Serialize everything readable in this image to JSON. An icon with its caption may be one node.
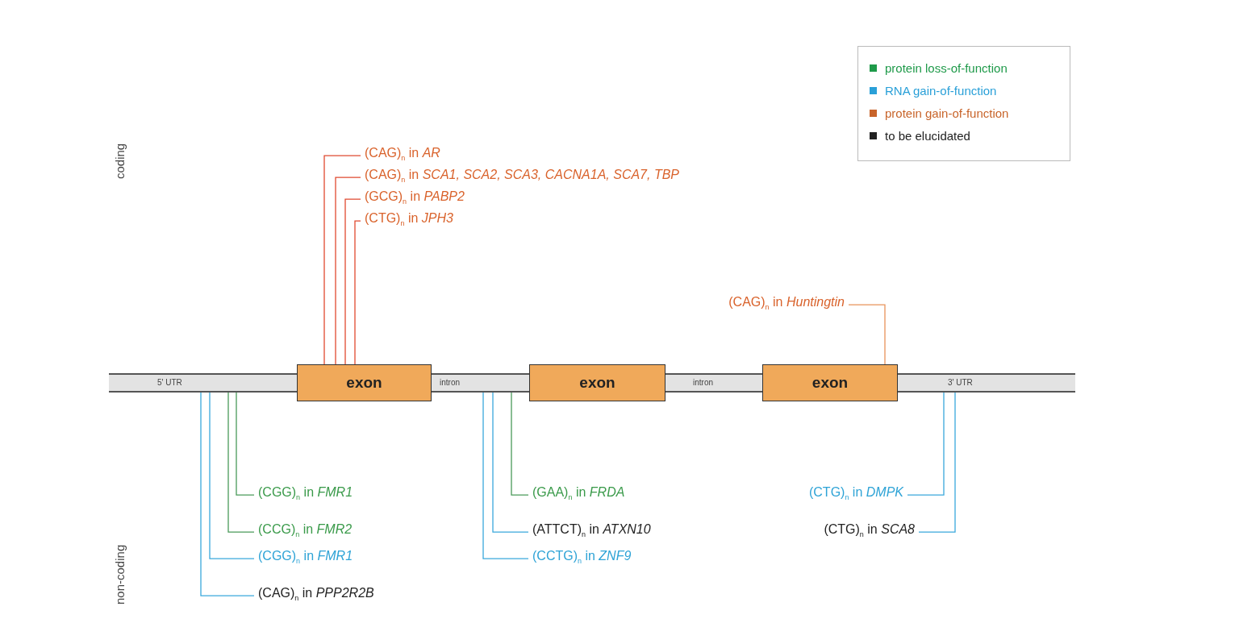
{
  "diagram": {
    "nodes": [
      {
        "text": [
          "5' UTR"
        ]
      },
      {
        "text": [
          "exon"
        ]
      },
      {
        "text": [
          "intron"
        ]
      },
      {
        "text": [
          "exon"
        ]
      },
      {
        "text": [
          "intron"
        ]
      },
      {
        "text": [
          "exon"
        ]
      },
      {
        "text": [
          "3' UTR"
        ]
      },
      {
        "text": [
          "(CAG)$_{n}$ in *AR*"
        ]
      },
      {
        "text": [
          "(CAG)$_{n}$ in *SCA1, SCA2, SCA3, CACNA1A, SCA7, TBP*"
        ]
      },
      {
        "text": [
          "(GCG)$_{n}$ in *PABP2*"
        ]
      },
      {
        "text": [
          "(CTG)$_{n}$ in *JPH3*"
        ]
      },
      {
        "text": [
          "(CAG)$_{n}$ in *Huntingtin*"
        ]
      },
      {
        "text": [
          "(CGG)$_{n}$ in *FMR1*"
        ]
      },
      {
        "text": [
          "(CCG)$_{n}$ in *FMR2*"
        ]
      },
      {
        "text": [
          "(CGG)$_{n}$ in *FMR1*"
        ]
      },
      {
        "text": [
          "(CAG)$_{n}$ in *PPP2R2B*"
        ]
      },
      {
        "text": [
          "(GAA)$_{n}$ in *FRDA*"
        ]
      },
      {
        "text": [
          "(ATTCT)$_{n}$ in *ATXN10*"
        ]
      },
      {
        "text": [
          "(CCTG)$_{n}$ in *ZNF9*"
        ]
      },
      {
        "text": [
          "(CTG)$_{n}$ in *DMPK*"
        ]
      },
      {
        "text": [
          "(CTG)$_{n}$ in *SCA8*"
        ]
      }
    ],
    "edges": [
      {
        "from": 7,
        "to": 1,
        "arrow": "none",
        "color": "#e04a30"
      },
      {
        "from": 8,
        "to": 1,
        "arrow": "none",
        "color": "#e04a30"
      },
      {
        "from": 9,
        "to": 1,
        "arrow": "none",
        "color": "#e04a30"
      },
      {
        "from": 10,
        "to": 1,
        "arrow": "none",
        "color": "#e04a30"
      },
      {
        "from": 11,
        "to": 5,
        "arrow": "none",
        "color": "#e8935a"
      },
      {
        "from": 12,
        "to": 0,
        "arrow": "none",
        "color": "#4a9a5a"
      },
      {
        "from": 13,
        "to": 0,
        "arrow": "none",
        "color": "#4a9a5a"
      },
      {
        "from": 14,
        "to": 0,
        "arrow": "none"
      },
      {
        "from": 15,
        "to": 0,
        "arrow": "none"
      },
      {
        "from": 16,
        "to": 2,
        "arrow": "none",
        "color": "#4a9a5a"
      },
      {
        "from": 17,
        "to": 2,
        "arrow": "none"
      },
      {
        "from": 18,
        "to": 2,
        "arrow": "none"
      },
      {
        "from": 19,
        "to": 6,
        "arrow": "none"
      },
      {
        "from": 20,
        "to": 6,
        "arrow": "none"
      }
    ],
    "labels": [
      "coding",
      "non-coding"
    ],
    "legend": [
      {
        "text": "protein loss-of-function",
        "color": "#1f9a4a"
      },
      {
        "text": "RNA gain-of-function",
        "color": "#2aa0d8"
      },
      {
        "text": "protein gain-of-function",
        "color": "#c8642a"
      },
      {
        "text": "to be elucidated",
        "color": "#222222"
      }
    ]
  }
}
